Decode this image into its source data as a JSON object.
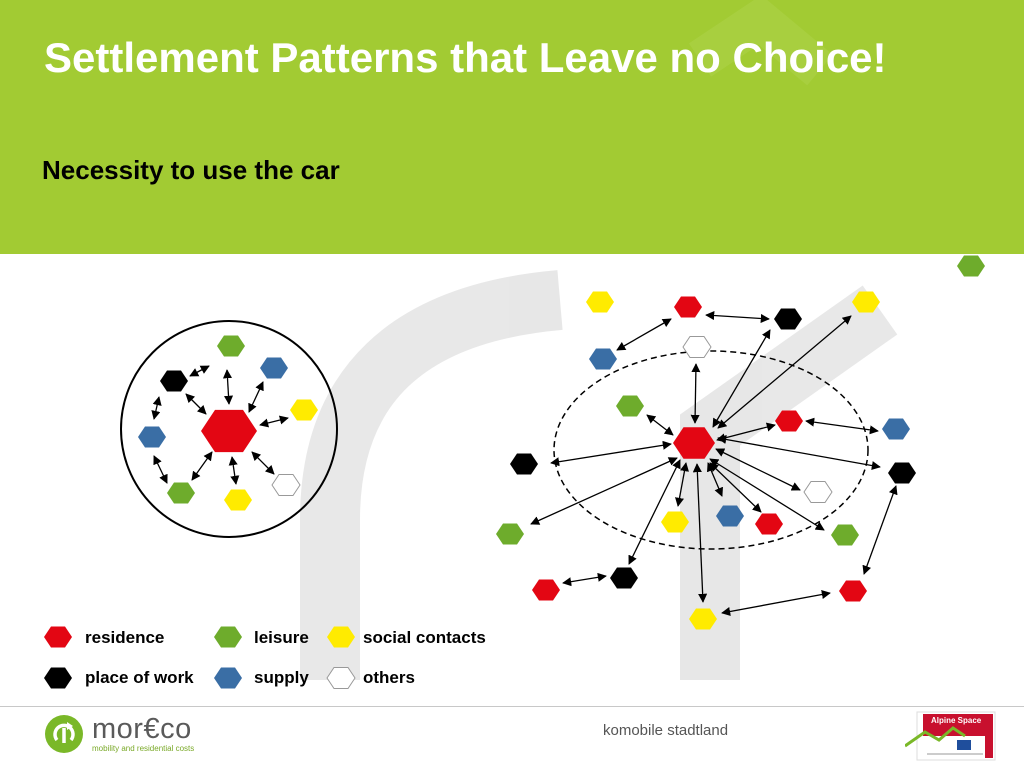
{
  "header": {
    "title": "Settlement Patterns that Leave no Choice!",
    "subtitle": "Necessity to use the car"
  },
  "colors": {
    "header_green": "#a2cb33",
    "residence": "#e30613",
    "leisure": "#6eac2c",
    "social_contacts": "#ffeb00",
    "place_of_work": "#000000",
    "supply": "#3a6ea5",
    "others": "#ffffff"
  },
  "legend": [
    {
      "key": "residence",
      "label": "residence"
    },
    {
      "key": "leisure",
      "label": "leisure"
    },
    {
      "key": "social_contacts",
      "label": "social contacts"
    },
    {
      "key": "place_of_work",
      "label": "place of work"
    },
    {
      "key": "supply",
      "label": "supply"
    },
    {
      "key": "others",
      "label": "others"
    }
  ],
  "footer": {
    "logo_name": "mor€co",
    "logo_tagline": "mobility and residential costs",
    "center_text": "komobile stadtland",
    "partner_logo_text": "Alpine Space"
  }
}
